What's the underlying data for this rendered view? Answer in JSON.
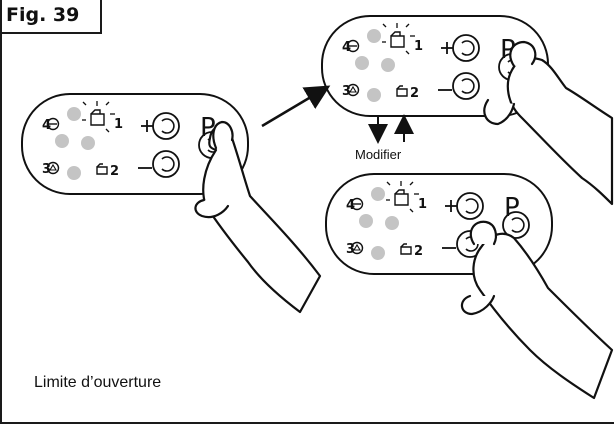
{
  "figure": {
    "label": "Fig. 39"
  },
  "modifier": {
    "label": "Modifier"
  },
  "caption": {
    "text": "Limite d’ouverture"
  },
  "panel": {
    "led_numbers": [
      "4",
      "1",
      "3",
      "2"
    ],
    "plus_symbol": "+",
    "minus_symbol": "−",
    "program_letter": "P"
  },
  "icons": [
    "minus-circle-icon",
    "sun-folder-icon",
    "triangle-circle-icon",
    "folder-icon"
  ]
}
